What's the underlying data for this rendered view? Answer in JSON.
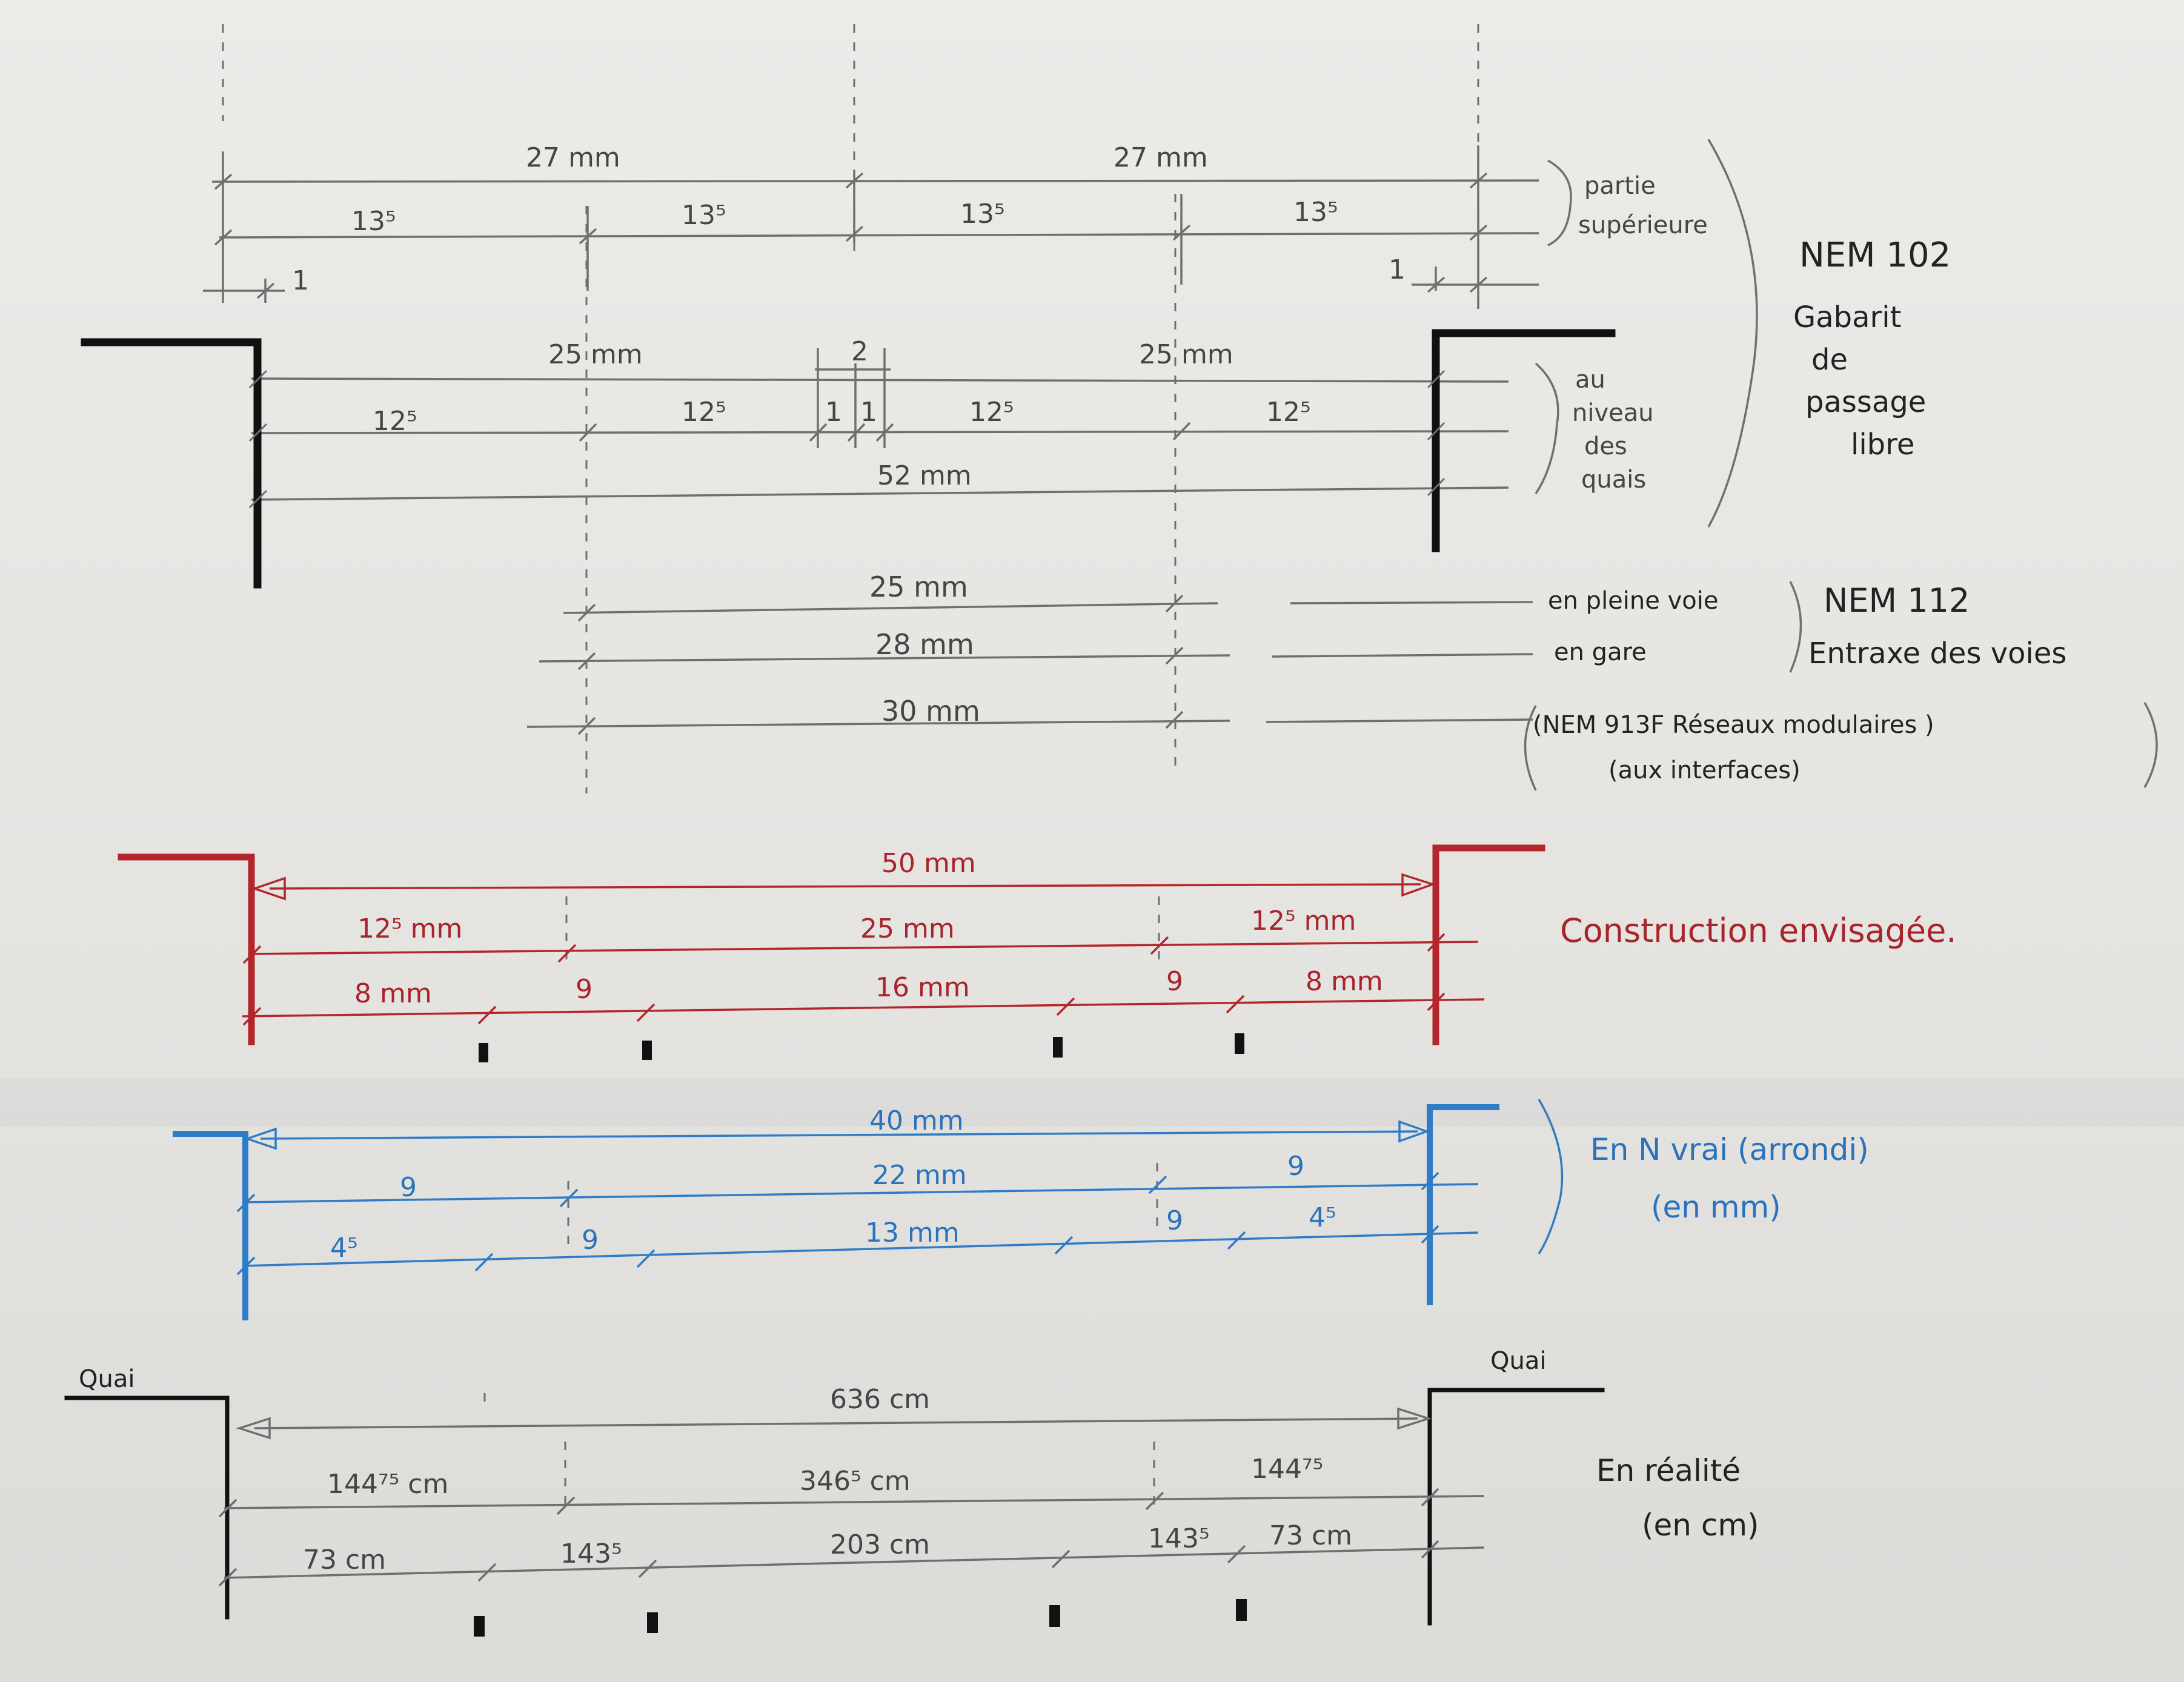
{
  "palette": {
    "pencil": "#6f6f6f",
    "pencil_text": "#454545",
    "red": "#b3262b",
    "blue": "#2f7cc7",
    "black": "#111111"
  },
  "s1": {
    "top_left": "27 mm",
    "top_right": "27 mm",
    "h1": "13⁵",
    "h2": "13⁵",
    "h3": "13⁵",
    "h4": "13⁵",
    "small_left": "1",
    "small_right": "1",
    "note_line1": "partie",
    "note_line2": "supérieure"
  },
  "s2": {
    "top_left": "25 mm",
    "top_right": "25 mm",
    "mid_gap": "2",
    "h1": "12⁵",
    "h2": "12⁵",
    "h3": "12⁵",
    "h4": "12⁵",
    "small_a": "1",
    "small_b": "1",
    "total": "52 mm",
    "note_line1": "au",
    "note_line2": "niveau",
    "note_line3": "des",
    "note_line4": "quais"
  },
  "nem102": {
    "title": "NEM 102",
    "line1": "Gabarit",
    "line2": "de",
    "line3": "passage",
    "line4": "libre"
  },
  "s3": {
    "row1": "25 mm",
    "row2": "28 mm",
    "row3": "30 mm",
    "label1": "en pleine voie",
    "label2": "en gare",
    "nem112_title": "NEM 112",
    "nem112_sub": "Entraxe des voies",
    "nem913_line1": "(NEM 913F  Réseaux modulaires )",
    "nem913_line2": "(aux interfaces)"
  },
  "s4": {
    "total": "50 mm",
    "a1": "12⁵ mm",
    "a2": "25 mm",
    "a3": "12⁵ mm",
    "b1": "8 mm",
    "b2": "9",
    "b3": "16 mm",
    "b4": "9",
    "b5": "8 mm",
    "label": "Construction envisagée."
  },
  "s5": {
    "total": "40 mm",
    "a1": "9",
    "a2": "22 mm",
    "a3": "9",
    "b1": "4⁵",
    "b2": "9",
    "b3": "13 mm",
    "b4": "9",
    "b5": "4⁵",
    "label_line1": "En N vrai (arrondi)",
    "label_line2": "(en mm)"
  },
  "s6": {
    "quai_left": "Quai",
    "quai_right": "Quai",
    "total": "636 cm",
    "a1": "144⁷⁵ cm",
    "a2": "346⁵ cm",
    "a3": "144⁷⁵",
    "b1": "73 cm",
    "b2": "143⁵",
    "b3": "203 cm",
    "b4": "143⁵",
    "b5": "73 cm",
    "label_line1": "En réalité",
    "label_line2": "(en cm)"
  }
}
